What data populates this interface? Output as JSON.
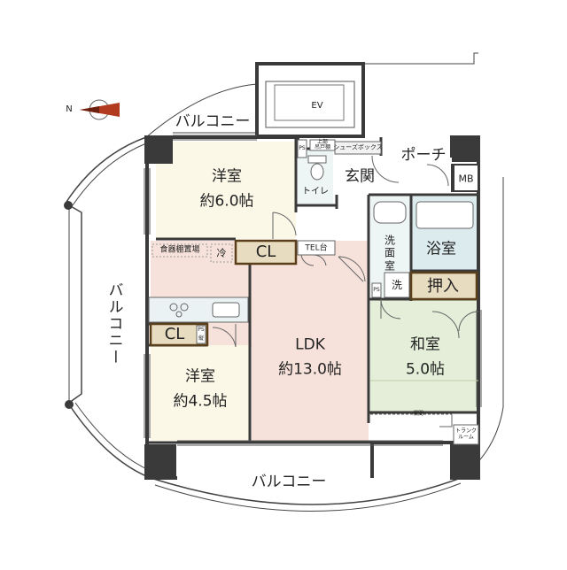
{
  "colors": {
    "wall": "#3a3a3a",
    "western_room_floor": "#fbf8e8",
    "ldk_floor": "#f7e2db",
    "japanese_room_floor": "#e4eed8",
    "closet_fill": "#e8dcc0",
    "closet_border": "#5b3f1a",
    "water_area": "#dcecee",
    "compass_needle": "#b23a1e"
  },
  "icons": {
    "compass": "compass-icon",
    "toilet": "toilet-icon",
    "bathtub": "bathtub-icon",
    "sink": "washbasin-icon",
    "stove": "stove-icon",
    "elevator": "elevator-icon"
  },
  "compass": {
    "label": "N"
  },
  "labels": {
    "balcony_top": "バルコニー",
    "balcony_left": "バルコニー",
    "balcony_bottom": "バルコニー",
    "elevator": "EV",
    "porch": "ポーチ",
    "entrance": "玄関",
    "mb": "MB",
    "shoe_box": "シューズボックス",
    "upper_cabinet": "上部\n吊戸棚",
    "ps_top": "PS",
    "toilet": "トイレ",
    "western1_name": "洋室",
    "western1_size": "約6.0帖",
    "western2_name": "洋室",
    "western2_size": "約4.5帖",
    "ldk_name": "LDK",
    "ldk_size": "約13.0帖",
    "japanese_name": "和室",
    "japanese_size": "5.0帖",
    "closet_cl": "CL",
    "closet_cl2": "CL",
    "tel_stand": "TEL台",
    "cupboard": "食器棚置場",
    "fridge": "冷",
    "washroom": "洗面室",
    "bathroom": "浴室",
    "wash": "洗",
    "ps_wash": "PS",
    "oshiire": "押入",
    "ps_small": "PS",
    "ps_small2": "縦",
    "transom": "欄間",
    "trunk_room": "トランク\nルーム"
  }
}
